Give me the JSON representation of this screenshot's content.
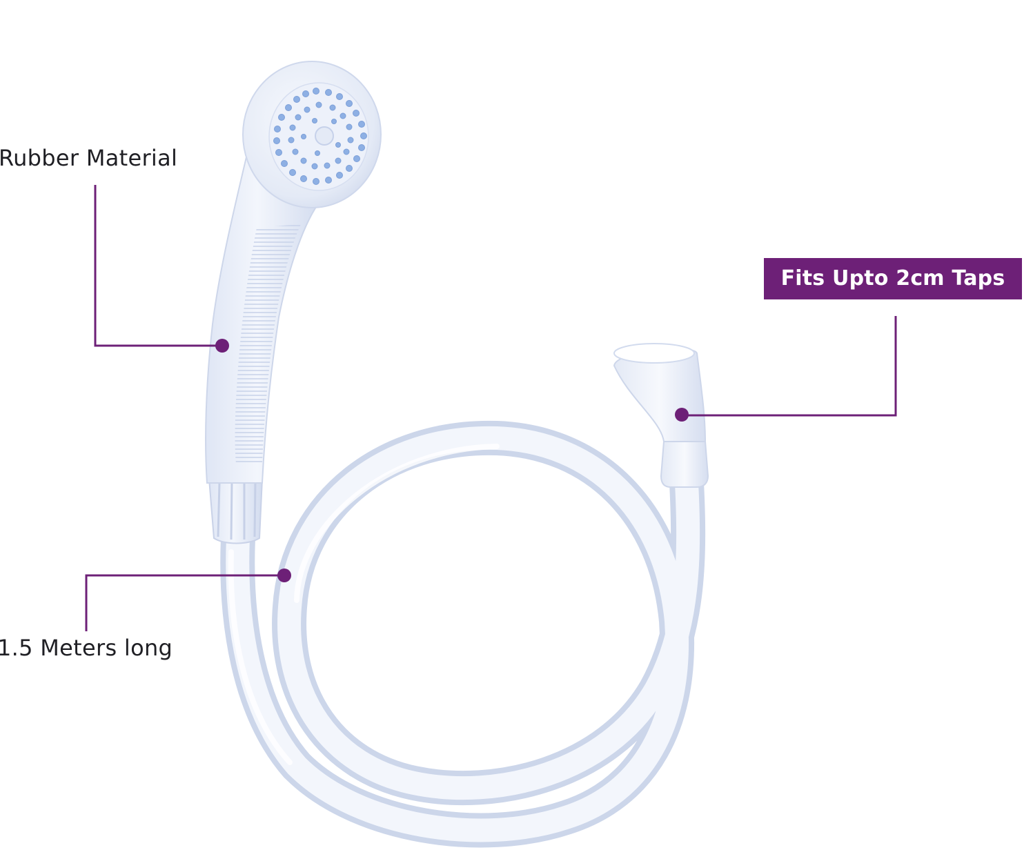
{
  "callouts": {
    "rubber": "Rubber Material",
    "length": "1.5 Meters long",
    "taps": "Fits Upto 2cm Taps"
  },
  "colors": {
    "accent": "#6d2077",
    "product_white": "#f1f4fb",
    "product_shade": "#d2dbee",
    "nozzle_blue": "#8eb0e4",
    "text": "#1f1f24",
    "background": "#ffffff"
  }
}
